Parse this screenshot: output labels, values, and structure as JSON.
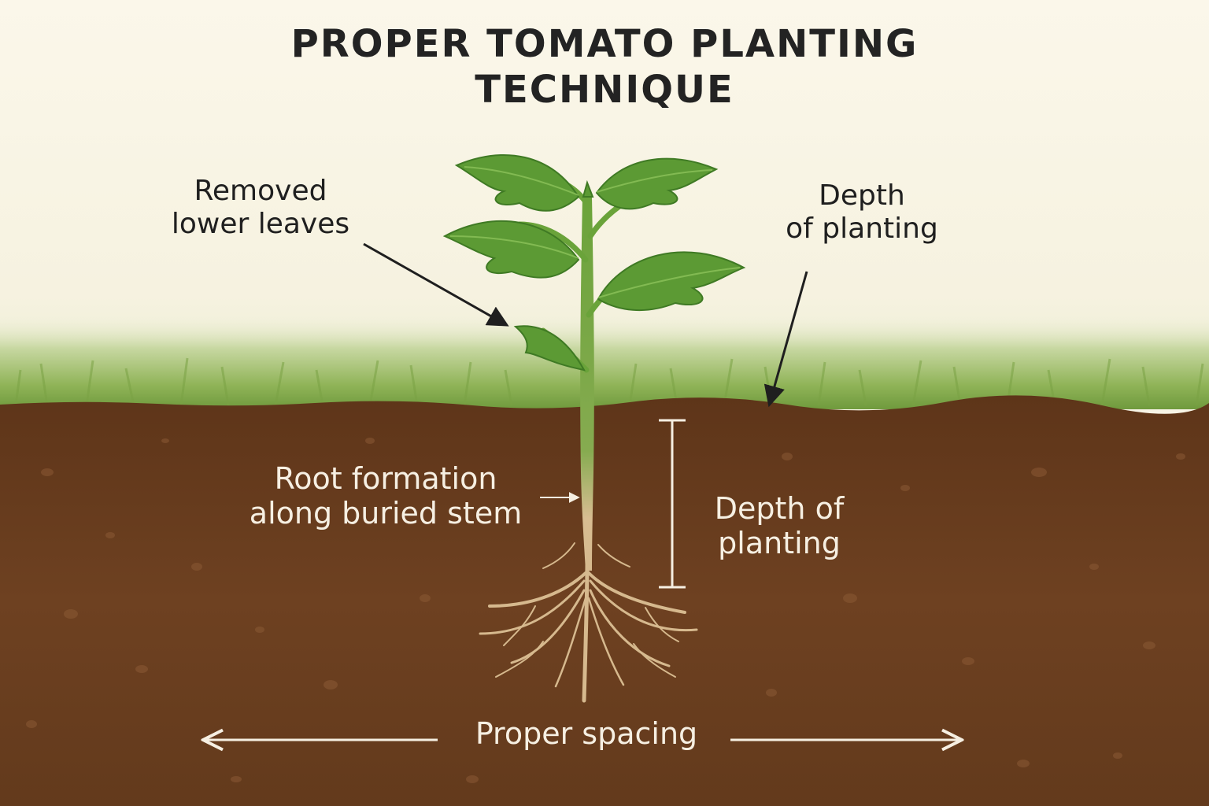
{
  "title": "PROPER TOMATO PLANTING\nTECHNIQUE",
  "labels": {
    "removed_leaves": "Removed\nlower leaves",
    "depth_top": "Depth\nof planting",
    "root_formation": "Root formation\nalong buried stem",
    "depth_below": "Depth of\nplanting",
    "spacing": "Proper spacing"
  },
  "colors": {
    "sky": "#f8f4e6",
    "grass": "#7aa244",
    "soil": "#6b3f20",
    "leaf": "#5c9a34",
    "stem": "#6aa33a",
    "root": "#d6b98e",
    "annotation_light": "#f6efe2",
    "annotation_dark": "#1f1f1f"
  }
}
